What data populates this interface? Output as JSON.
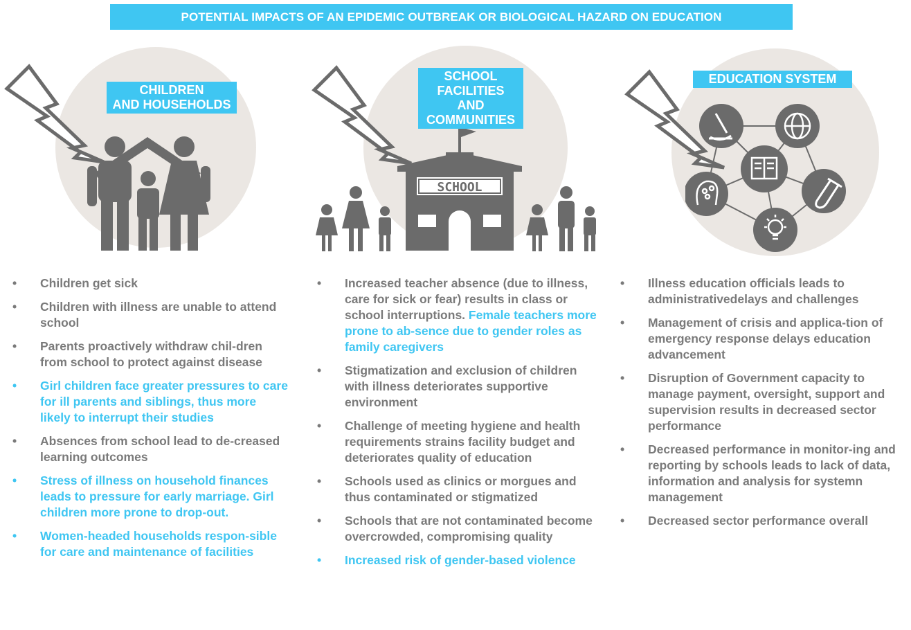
{
  "title": "POTENTIAL IMPACTS OF AN EPIDEMIC OUTBREAK OR BIOLOGICAL HAZARD ON EDUCATION",
  "colors": {
    "accent": "#3fc6f2",
    "text": "#7a7a7a",
    "icon": "#6b6b6b",
    "circle": "#ebe7e3"
  },
  "columns": [
    {
      "label": "CHILDREN\nAND HOUSEHOLDS",
      "icon": "family-icon",
      "items": [
        {
          "text": "Children get sick",
          "highlight": false
        },
        {
          "text": "Children with illness are unable to attend school",
          "highlight": false
        },
        {
          "text": "Parents proactively withdraw chil-dren from school to protect against disease",
          "highlight": false
        },
        {
          "text": "Girl children face greater pressures to care for ill parents and siblings, thus more likely to interrupt their studies",
          "highlight": true
        },
        {
          "text": "Absences from school lead to de-creased learning outcomes",
          "highlight": false
        },
        {
          "text": "Stress of illness on household finances leads to pressure for early marriage. Girl children more prone to drop-out.",
          "highlight": true
        },
        {
          "text": "Women-headed households respon-sible for care and maintenance of facilities",
          "highlight": true
        }
      ]
    },
    {
      "label": "SCHOOL\nFACILITIES AND\nCOMMUNITIES",
      "icon": "school-building-icon",
      "school_sign": "SCHOOL",
      "items": [
        {
          "text": "Increased teacher absence (due to illness, care for sick or fear) results in class or school interruptions.",
          "extra": "Female teachers more prone to ab-sence due to gender roles as family caregivers",
          "highlight": false
        },
        {
          "text": "Stigmatization and exclusion of children with illness deteriorates supportive environment",
          "highlight": false
        },
        {
          "text": "Challenge of meeting hygiene and health requirements strains facility budget and deteriorates quality of education",
          "highlight": false
        },
        {
          "text": "Schools used as clinics or morgues and thus contaminated or stigmatized",
          "highlight": false
        },
        {
          "text": "Schools that are not contaminated become overcrowded, compromising quality",
          "highlight": false
        },
        {
          "text": "Increased risk of gender-based violence",
          "highlight": true
        }
      ]
    },
    {
      "label": "EDUCATION SYSTEM",
      "icon": "education-network-icon",
      "items": [
        {
          "text": "Illness education officials leads to administrativedelays and challenges",
          "highlight": false
        },
        {
          "text": "Management of crisis and applica-tion of emergency response delays education advancement",
          "highlight": false
        },
        {
          "text": "Disruption of Government capacity to manage payment, oversight, support and supervision results in decreased sector performance",
          "highlight": false
        },
        {
          "text": "Decreased performance in monitor-ing and reporting by schools leads to lack of data, information and analysis for systemn management",
          "highlight": false
        },
        {
          "text": "Decreased sector performance overall",
          "highlight": false
        }
      ]
    }
  ]
}
